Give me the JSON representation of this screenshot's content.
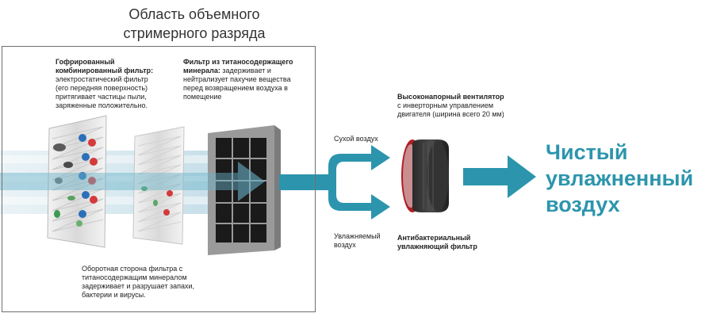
{
  "title_line1": "Область объемного",
  "title_line2": "стримерного разряда",
  "filter1": {
    "bold": "Гофрированный комбинированный фильтр:",
    "text": "электростатический фильтр (его передняя поверхность) притягивает частицы пыли, заряженные положительно."
  },
  "filter2": {
    "bold": "Фильтр из титаносодержащего минерала:",
    "text": "задерживает и нейтрализует пахучие вещества перед возвращением воздуха в помещение"
  },
  "back_side": "Оборотная сторона фильтра с титаносодержащим минералом задерживает и разрушает запахи, бактерии и вирусы.",
  "dry_air": "Сухой воздух",
  "humid_air": "Увлажняемый воздух",
  "fan": {
    "bold": "Высоконапорный вентилятор",
    "text": "с инверторным управлением двигателя (ширина всего 20 мм)"
  },
  "humid_filter": "Антибактериальный увлажняющий фильтр",
  "clean_line1": "Чистый",
  "clean_line2": "увлажненный",
  "clean_line3": "воздух",
  "colors": {
    "accent": "#2c95ad",
    "frame": "#6f6f6f"
  }
}
